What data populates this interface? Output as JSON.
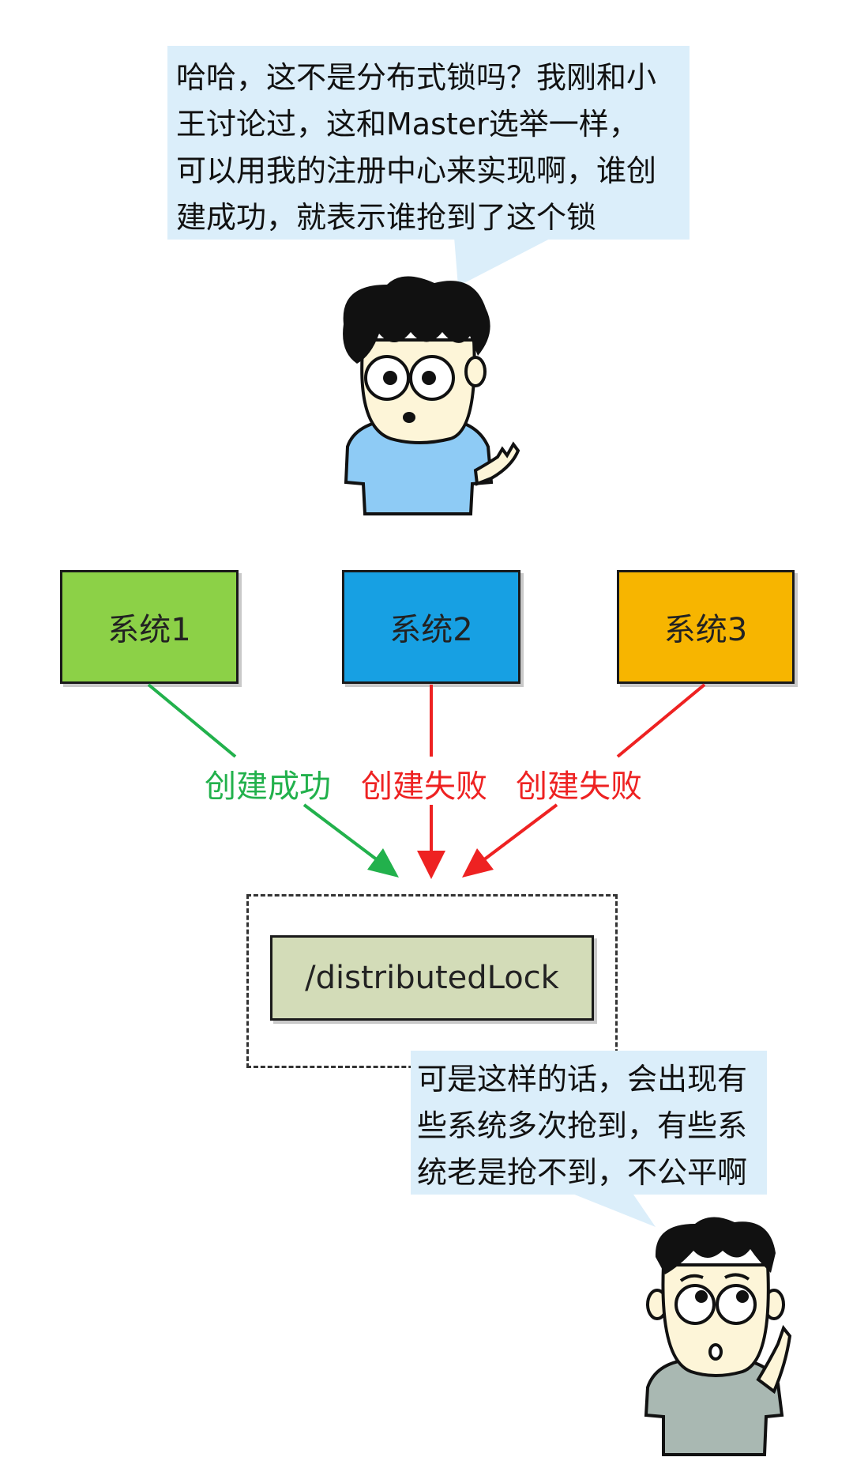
{
  "bubble_top": {
    "lines": [
      "哈哈，这不是分布式锁吗？我刚和小",
      "王讨论过，这和Master选举一样，",
      "可以用我的注册中心来实现啊，谁创",
      "建成功，就表示谁抢到了这个锁"
    ]
  },
  "bubble_bottom": {
    "lines": [
      "可是这样的话，会出现有",
      "些系统多次抢到，有些系",
      "统老是抢不到，不公平啊"
    ]
  },
  "systems": [
    {
      "label": "系统1",
      "color": "#8cd147"
    },
    {
      "label": "系统2",
      "color": "#17a0e3"
    },
    {
      "label": "系统3",
      "color": "#f7b500"
    }
  ],
  "edges": [
    {
      "from": "系统1",
      "label": "创建成功",
      "color": "#22b14c"
    },
    {
      "from": "系统2",
      "label": "创建失败",
      "color": "#ee2222"
    },
    {
      "from": "系统3",
      "label": "创建失败",
      "color": "#ee2222"
    }
  ],
  "lock_node": {
    "label": "/distributedLock",
    "color": "#d3dcb8"
  },
  "colors": {
    "bubble": "#dbeefa",
    "shirt_blue": "#8ecbf5",
    "shirt_gray": "#a9b8b2",
    "skin": "#fdf5d8"
  }
}
